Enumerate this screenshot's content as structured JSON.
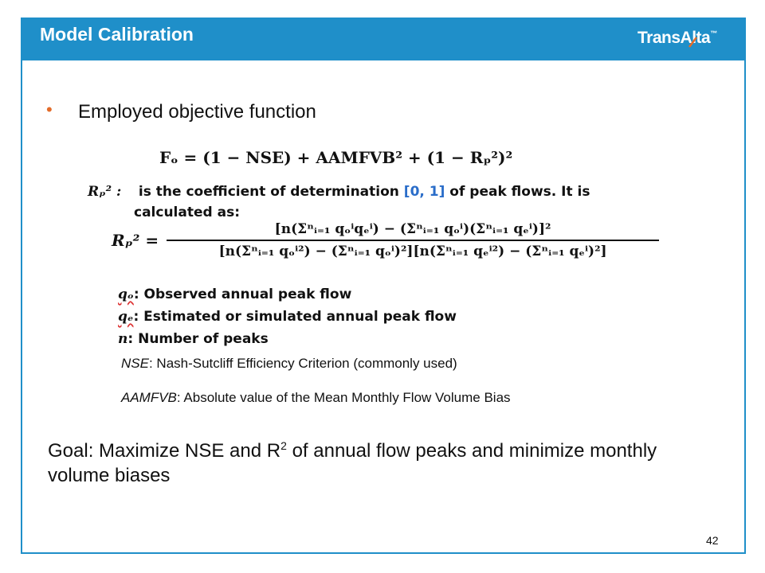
{
  "header": {
    "title": "Model Calibration",
    "logo_text": "TransAlta",
    "logo_tm": "™",
    "brand_color": "#1f8fc9"
  },
  "bullet": {
    "text": "Employed objective function",
    "bullet_color": "#e36c2a"
  },
  "formulas": {
    "objective": "Fₒ = (1 − NSE) + AAMFVB² + (1 − Rₚ²)²",
    "rp_symbol": "Rₚ² :",
    "rp_def_1": "is the coefficient of determination",
    "rp_range": "[0, 1]",
    "rp_def_2": "of peak flows. It is",
    "rp_def_3": "calculated as:",
    "rp_lhs": "Rₚ² =",
    "rp_numerator": "[n(Σⁿᵢ₌₁ qₒⁱqₑⁱ) − (Σⁿᵢ₌₁ qₒⁱ)(Σⁿᵢ₌₁ qₑⁱ)]²",
    "rp_denominator": "[n(Σⁿᵢ₌₁ qₒⁱ²) − (Σⁿᵢ₌₁ qₒⁱ)²][n(Σⁿᵢ₌₁ qₑⁱ²) − (Σⁿᵢ₌₁ qₑⁱ)²]"
  },
  "variables": [
    {
      "symbol": "qₒ",
      "text": ": Observed annual peak flow"
    },
    {
      "symbol": "qₑ",
      "text": ": Estimated or simulated annual peak flow"
    },
    {
      "symbol": "n",
      "text": ": Number of peaks"
    }
  ],
  "notes": {
    "nse_abbr": "NSE",
    "nse_text": ": Nash-Sutcliff Efficiency Criterion (commonly used)",
    "aamfvb_abbr": "AAMFVB",
    "aamfvb_text": ": Absolute value of the Mean Monthly Flow Volume Bias"
  },
  "goal": {
    "text_before": "Goal: Maximize NSE and R",
    "sup": "2",
    "text_after": " of annual flow peaks and minimize monthly volume biases"
  },
  "page_number": "42"
}
